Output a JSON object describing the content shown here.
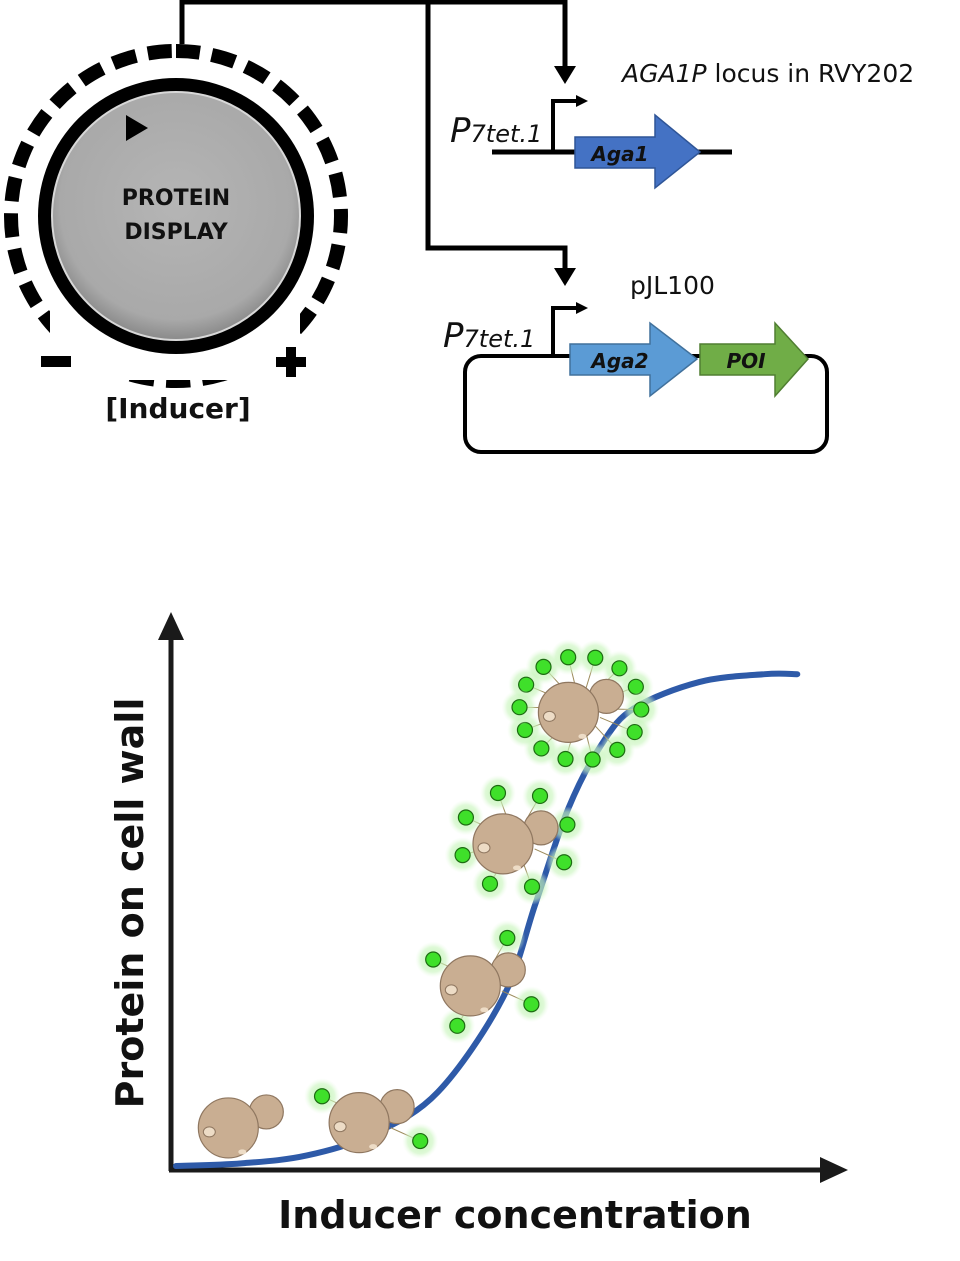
{
  "knob": {
    "line1": "PROTEIN",
    "line2": "DISPLAY",
    "minus_symbol": "−",
    "plus_symbol": "+",
    "caption": "[Inducer]",
    "pointer_icon": "play-triangle-icon"
  },
  "constructs": [
    {
      "title_italic": "AGA1P",
      "title_rest": " locus in RVY202",
      "promoter_p": "P",
      "promoter_sub": "7tet.1",
      "genes": [
        {
          "label": "Aga1",
          "color": "#4472C4"
        }
      ]
    },
    {
      "title_italic": "",
      "title_rest": "pJL100",
      "promoter_p": "P",
      "promoter_sub": "7tet.1",
      "genes": [
        {
          "label": "Aga2",
          "color": "#5B9BD5"
        },
        {
          "label": "POI",
          "color": "#70AD47"
        }
      ]
    }
  ],
  "colors": {
    "curve": "#2E5AA8",
    "cell": "#C9AE92",
    "protein": "#3FE02A"
  },
  "chart_data": {
    "type": "line",
    "title": "",
    "xlabel": "Inducer concentration",
    "ylabel": "Protein on cell wall",
    "xlim": [
      0,
      1
    ],
    "ylim": [
      0,
      1
    ],
    "grid": false,
    "legend": "none",
    "series": [
      {
        "name": "dose-response (sigmoid)",
        "x": [
          0.0,
          0.1,
          0.2,
          0.3,
          0.4,
          0.5,
          0.55,
          0.6,
          0.65,
          0.7,
          0.8,
          0.9,
          0.95
        ],
        "y": [
          0.0,
          0.005,
          0.02,
          0.06,
          0.14,
          0.32,
          0.5,
          0.68,
          0.8,
          0.87,
          0.92,
          0.935,
          0.935
        ]
      }
    ],
    "annotations": [
      {
        "label": "yeast cell, no surface protein",
        "x": 0.08,
        "y": 0.08,
        "proteins": 0
      },
      {
        "label": "yeast cell, low surface protein",
        "x": 0.28,
        "y": 0.09,
        "proteins": 2
      },
      {
        "label": "yeast cell, medium surface protein",
        "x": 0.45,
        "y": 0.35,
        "proteins": 4
      },
      {
        "label": "yeast cell, high surface protein",
        "x": 0.5,
        "y": 0.62,
        "proteins": 8
      },
      {
        "label": "yeast cell, maximal surface protein",
        "x": 0.6,
        "y": 0.87,
        "proteins": 14
      }
    ]
  }
}
